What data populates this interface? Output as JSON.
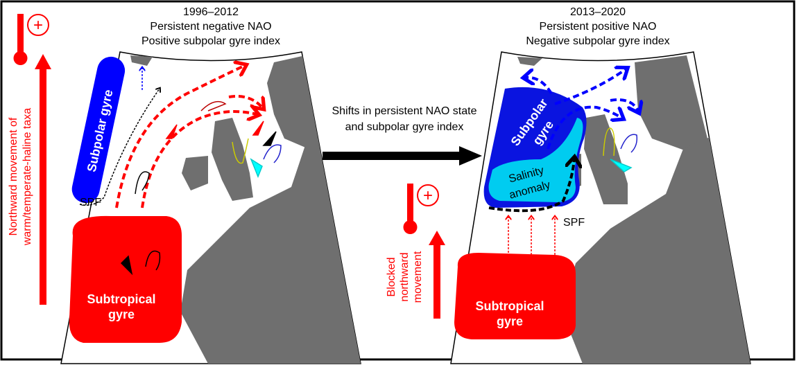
{
  "left_panel": {
    "period": "1996–2012",
    "nao_state": "Persistent negative NAO",
    "gyre_index": "Positive subpolar gyre index",
    "subpolar_gyre_label": "Subpolar gyre",
    "front_label": "SPF",
    "subtropical_label_line1": "Subtropical",
    "subtropical_label_line2": "gyre",
    "side_label_line1": "Northward movement of",
    "side_label_line2": "warm/temperate-haline taxa",
    "thermometer_sign": "+"
  },
  "transition": {
    "line1": "Shifts in persistent NAO state",
    "line2": "and subpolar gyre index"
  },
  "right_panel": {
    "period": "2013–2020",
    "nao_state": "Persistent positive NAO",
    "gyre_index": "Negative subpolar gyre index",
    "subpolar_gyre_line1": "Subpolar",
    "subpolar_gyre_line2": "gyre",
    "salinity_line1": "Salinity",
    "salinity_line2": "anomaly",
    "front_label": "SPF",
    "subtropical_label_line1": "Subtropical",
    "subtropical_label_line2": "gyre",
    "side_label_line1": "Blocked",
    "side_label_line2": "northward",
    "side_label_line3": "movement",
    "thermometer_sign": "+"
  },
  "colors": {
    "warm": "#ff0000",
    "subpolar": "#0000ff",
    "subpolar_dark": "#0a14e0",
    "salinity": "#00ccf0",
    "land": "#6f6f6f"
  }
}
